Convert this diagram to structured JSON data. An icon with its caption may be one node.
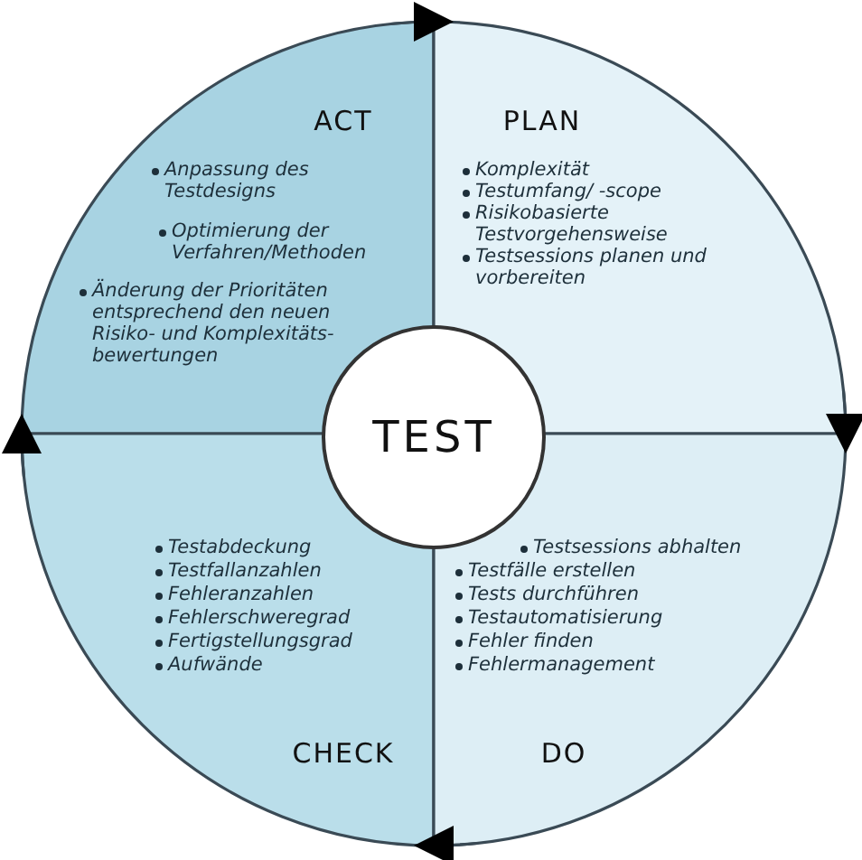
{
  "diagram": {
    "nodes": [
      {
        "text": [
          "ACT",
          "Anpassung des Testdesigns",
          "Optimierung der Verfahren/Methoden",
          "Änderung der Prioritäten entsprechend den neuen Risiko- und Komplexitäts- bewertungen"
        ]
      },
      {
        "text": [
          "PLAN",
          "Komplexität",
          "Testumfang/ -scope",
          "Risikobasierte Testvorgehensweise",
          "Testsessions planen und vorbereiten"
        ]
      },
      {
        "text": [
          "TEST"
        ]
      },
      {
        "text": [
          "Testabdeckung",
          "Testfallanzahlen",
          "Fehleranzahlen",
          "Fehlerschweregrad",
          "Fertigstellungsgrad",
          "Aufwände",
          "CHECK"
        ]
      },
      {
        "text": [
          "Testsessions abhalten",
          "Testfälle erstellen",
          "Tests durchführen",
          "Testautomatisierung",
          "Fehler finden",
          "Fehlermanagement",
          "DO"
        ]
      }
    ],
    "edges": [
      {
        "from": 0,
        "to": 1,
        "arrow": "to"
      },
      {
        "from": 1,
        "to": 4,
        "arrow": "to"
      },
      {
        "from": 4,
        "to": 3,
        "arrow": "to"
      },
      {
        "from": 3,
        "to": 0,
        "arrow": "to"
      }
    ]
  }
}
